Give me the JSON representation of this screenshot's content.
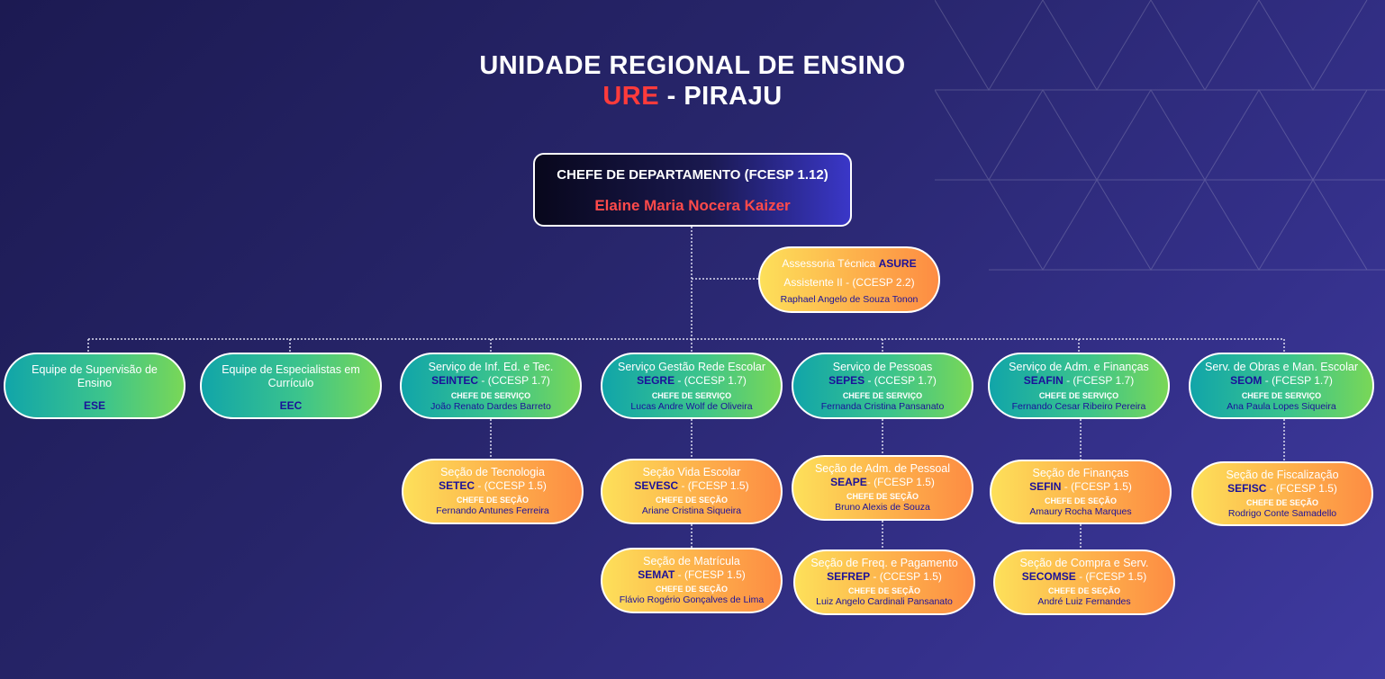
{
  "header": {
    "title_line1": "UNIDADE REGIONAL DE ENSINO",
    "title_highlight": "URE",
    "title_rest": " - PIRAJU"
  },
  "chief": {
    "role": "CHEFE DE DEPARTAMENTO (FCESP 1.12)",
    "name": "Elaine Maria Nocera Kaizer"
  },
  "assessoria": {
    "title": "Assessoria Técnica ",
    "abbr": "ASURE",
    "code": "Assistente II - (CCESP 2.2)",
    "name": "Raphael Angelo de Souza Tonon"
  },
  "teams": [
    {
      "title1": "Equipe de Supervisão de",
      "title2": "Ensino",
      "abbr": "ESE"
    },
    {
      "title1": "Equipe de Especialistas em",
      "title2": "Currículo",
      "abbr": "EEC"
    }
  ],
  "services": [
    {
      "title": "Serviço de Inf. Ed. e Tec.",
      "abbr": "SEINTEC",
      "code": " - (CCESP 1.7)",
      "role": "CHEFE DE SERVIÇO",
      "name": "João Renato Dardes Barreto"
    },
    {
      "title": "Serviço Gestão Rede Escolar",
      "abbr": "SEGRE",
      "code": " - (CCESP 1.7)",
      "role": "CHEFE DE SERVIÇO",
      "name": "Lucas Andre Wolf de Oliveira"
    },
    {
      "title": "Serviço de Pessoas",
      "abbr": "SEPES",
      "code": " - (CCESP 1.7)",
      "role": "CHEFE DE SERVIÇO",
      "name": "Fernanda Cristina Pansanato"
    },
    {
      "title": "Serviço de Adm. e Finanças",
      "abbr": "SEAFIN",
      "code": " - (FCESP 1.7)",
      "role": "CHEFE DE SERVIÇO",
      "name": "Fernando Cesar Ribeiro Pereira"
    },
    {
      "title": "Serv. de Obras e Man. Escolar",
      "abbr": "SEOM",
      "code": " - (FCESP 1.7)",
      "role": "CHEFE DE SERVIÇO",
      "name": "Ana Paula Lopes Siqueira"
    }
  ],
  "sections": [
    {
      "title": "Seção de Tecnologia",
      "abbr": "SETEC",
      "code": " - (CCESP 1.5)",
      "role": "CHEFE DE SEÇÃO",
      "name": "Fernando Antunes Ferreira"
    },
    {
      "title": "Seção Vida Escolar",
      "abbr": "SEVESC",
      "code": " - (FCESP 1.5)",
      "role": "CHEFE DE SEÇÃO",
      "name": "Ariane Cristina Siqueira"
    },
    {
      "title": "Seção de Matrícula",
      "abbr": "SEMAT",
      "code": " - (FCESP 1.5)",
      "role": "CHEFE DE SEÇÃO",
      "name": "Flávio Rogério Gonçalves de Lima"
    },
    {
      "title": "Seção de Adm. de Pessoal",
      "abbr": "SEAPE",
      "code": "- (FCESP 1.5)",
      "role": "CHEFE DE SEÇÃO",
      "name": "Bruno Alexis de Souza"
    },
    {
      "title": "Seção de Freq. e Pagamento",
      "abbr": "SEFREP",
      "code": " - (CCESP 1.5)",
      "role": "CHEFE DE SEÇÃO",
      "name": "Luiz Angelo Cardinali Pansanato"
    },
    {
      "title": "Seção de Finanças",
      "abbr": "SEFIN",
      "code": " - (FCESP 1.5)",
      "role": "CHEFE DE SEÇÃO",
      "name": "Amaury Rocha Marques"
    },
    {
      "title": "Seção de Compra e Serv.",
      "abbr": "SECOMSE",
      "code": " - (FCESP 1.5)",
      "role": "CHEFE DE SEÇÃO",
      "name": "André Luiz Fernandes"
    },
    {
      "title": "Seção de Fiscalização",
      "abbr": "SEFISC",
      "code": " - (FCESP 1.5)",
      "role": "CHEFE DE SEÇÃO",
      "name": "Rodrigo Conte Samadello"
    }
  ],
  "colors": {
    "background": "#27256a",
    "highlight_red": "#ff3b3b",
    "abbr_blue": "#1b1199",
    "green_start": "#11a5a9",
    "green_end": "#79d757",
    "orange_start": "#fde05a",
    "orange_end": "#fd8c43"
  }
}
